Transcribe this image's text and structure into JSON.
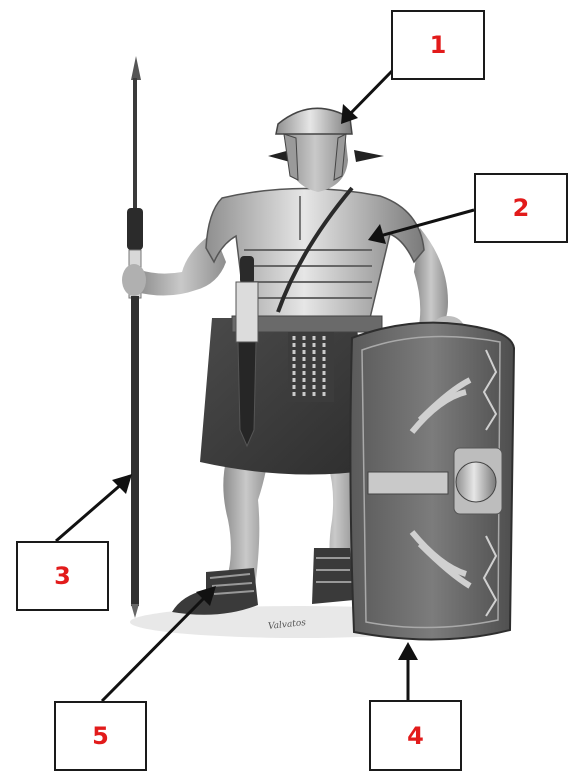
{
  "figure": {
    "subject": "roman-legionary-illustration",
    "artist_signature": "Valvatos",
    "label_color": "#e21b1b",
    "arrow_color": "#111111"
  },
  "labels": [
    {
      "id": "1",
      "text": "1",
      "points_to": "helmet"
    },
    {
      "id": "2",
      "text": "2",
      "points_to": "armor"
    },
    {
      "id": "3",
      "text": "3",
      "points_to": "spear"
    },
    {
      "id": "4",
      "text": "4",
      "points_to": "shield"
    },
    {
      "id": "5",
      "text": "5",
      "points_to": "sandal"
    }
  ]
}
